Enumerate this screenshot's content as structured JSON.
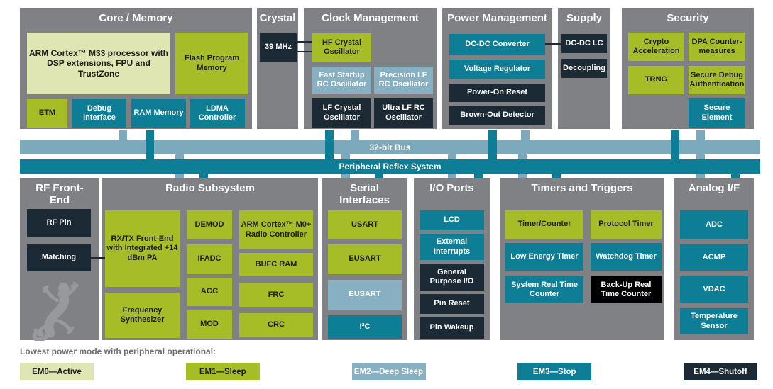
{
  "colors": {
    "panel_grey": "#7f8184",
    "em0_active": "#dfe6b4",
    "em1_sleep": "#a6bd28",
    "em2_deep_sleep": "#87b0c2",
    "em3_stop": "#0d7e96",
    "em4_shutoff": "#1b2a35",
    "backup_rtc_black": "#000000",
    "bus_light_blue": "#7ca9bc",
    "bus_teal": "#0d7e96",
    "gecko_watermark": "#97999c",
    "legend_caption_grey": "#6d6e71"
  },
  "buses": {
    "bus32": "32-bit Bus",
    "prs": "Peripheral Reflex System"
  },
  "panels": {
    "core": {
      "title": "Core / Memory",
      "blocks": {
        "arm": "ARM Cortex™ M33 processor with DSP extensions, FPU and TrustZone",
        "flash": "Flash Program Memory",
        "etm": "ETM",
        "debug": "Debug Interface",
        "ram": "RAM Memory",
        "ldma": "LDMA Controller"
      }
    },
    "crystal": {
      "title": "Crystal",
      "blocks": {
        "mhz": "39 MHz"
      }
    },
    "clock": {
      "title": "Clock Management",
      "blocks": {
        "hfxo": "HF Crystal Oscillator",
        "fsrco": "Fast Startup RC Oscillator",
        "plfrco": "Precision LF RC Oscillator",
        "lfxo": "LF Crystal Oscillator",
        "ulfrco": "Ultra LF RC Oscillator"
      }
    },
    "power": {
      "title": "Power Management",
      "blocks": {
        "dcdc": "DC-DC Converter",
        "vreg": "Voltage Regulator",
        "por": "Power-On Reset",
        "bod": "Brown-Out Detector"
      }
    },
    "supply": {
      "title": "Supply",
      "blocks": {
        "lc": "DC-DC LC",
        "decoupling": "Decoupling"
      }
    },
    "security": {
      "title": "Security",
      "blocks": {
        "crypto": "Crypto Acceleration",
        "dpa": "DPA Counter-measures",
        "trng": "TRNG",
        "sda": "Secure Debug Authentication",
        "se": "Secure Element"
      }
    },
    "rf": {
      "title": "RF Front-End",
      "blocks": {
        "rfpin": "RF Pin",
        "matching": "Matching"
      }
    },
    "radio": {
      "title": "Radio Subsystem",
      "blocks": {
        "rxtx": "RX/TX Front-End with Integrated +14 dBm PA",
        "freq": "Frequency Synthesizer",
        "demod": "DEMOD",
        "ifadc": "IFADC",
        "agc": "AGC",
        "mod": "MOD",
        "m0": "ARM Cortex™ M0+ Radio Controller",
        "bufc": "BUFC RAM",
        "frc": "FRC",
        "crc": "CRC"
      }
    },
    "serial": {
      "title": "Serial Interfaces",
      "blocks": {
        "usart": "USART",
        "eusart1": "EUSART",
        "eusart2": "EUSART",
        "i2c": "I²C"
      }
    },
    "io": {
      "title": "I/O Ports",
      "blocks": {
        "lcd": "LCD",
        "extint": "External Interrupts",
        "gpio": "General Purpose I/O",
        "pinreset": "Pin Reset",
        "pinwakeup": "Pin Wakeup"
      }
    },
    "timers": {
      "title": "Timers and Triggers",
      "blocks": {
        "tc": "Timer/Counter",
        "pt": "Protocol Timer",
        "let": "Low Energy Timer",
        "wdt": "Watchdog Timer",
        "srtc": "System Real Time Counter",
        "burtc": "Back-Up Real Time Counter"
      }
    },
    "analog": {
      "title": "Analog I/F",
      "blocks": {
        "adc": "ADC",
        "acmp": "ACMP",
        "vdac": "VDAC",
        "temp": "Temperature Sensor"
      }
    }
  },
  "legend": {
    "caption": "Lowest power mode with peripheral operational:",
    "items": [
      {
        "label": "EM0—Active"
      },
      {
        "label": "EM1—Sleep"
      },
      {
        "label": "EM2—Deep Sleep"
      },
      {
        "label": "EM3—Stop"
      },
      {
        "label": "EM4—Shutoff"
      }
    ]
  }
}
